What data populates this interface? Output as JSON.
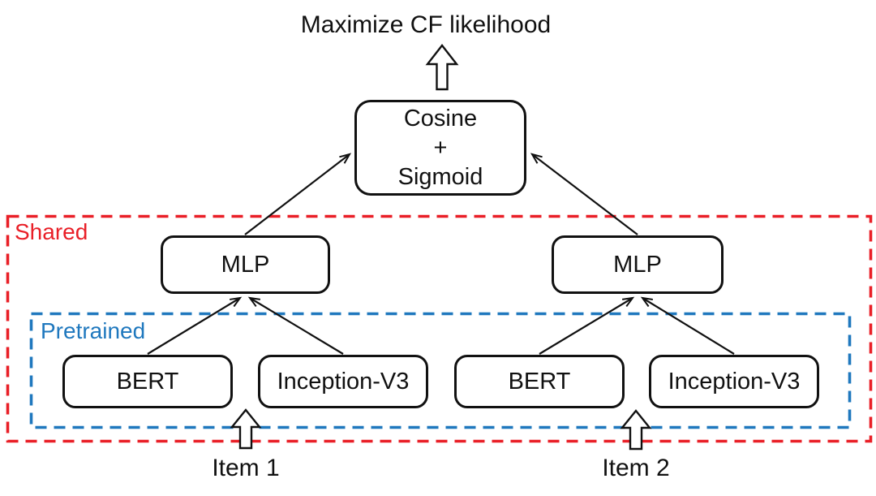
{
  "title": "Maximize CF likelihood",
  "colors": {
    "ink": "#111111",
    "shared_red": "#E91F27",
    "pretrained_blue": "#1F78BE"
  },
  "regions": {
    "shared": {
      "label": "Shared"
    },
    "pretrained": {
      "label": "Pretrained"
    }
  },
  "nodes": {
    "cosine_sigmoid": {
      "lines": [
        "Cosine",
        "+",
        "Sigmoid"
      ]
    },
    "mlp_left": {
      "label": "MLP"
    },
    "mlp_right": {
      "label": "MLP"
    },
    "bert_left": {
      "label": "BERT"
    },
    "inception_left": {
      "label": "Inception-V3"
    },
    "bert_right": {
      "label": "BERT"
    },
    "inception_right": {
      "label": "Inception-V3"
    }
  },
  "inputs": {
    "item1": {
      "label": "Item 1"
    },
    "item2": {
      "label": "Item 2"
    }
  }
}
